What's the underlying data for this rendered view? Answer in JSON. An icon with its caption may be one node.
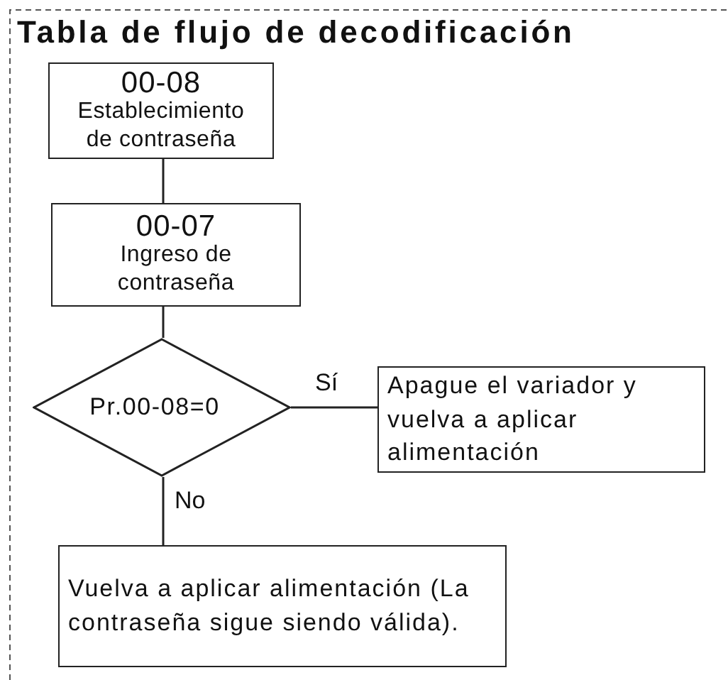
{
  "diagram": {
    "title": "Tabla de flujo de decodificación",
    "nodes": [
      {
        "text": [
          "00-08",
          "Establecimiento de contraseña"
        ]
      },
      {
        "text": [
          "00-07",
          "Ingreso de contraseña"
        ]
      },
      {
        "text": [
          "Pr.00-08=0"
        ]
      },
      {
        "text": [
          "Apague el variador y vuelva a aplicar alimentación"
        ]
      },
      {
        "text": [
          "Vuelva a aplicar alimentación (La contraseña sigue siendo válida)."
        ]
      }
    ],
    "edges": [
      {
        "from": 0,
        "to": 1,
        "arrow": "none"
      },
      {
        "from": 1,
        "to": 2,
        "arrow": "none"
      },
      {
        "from": 2,
        "to": 3,
        "arrow": "none",
        "label": "Sí"
      },
      {
        "from": 2,
        "to": 4,
        "arrow": "none",
        "label": "No"
      }
    ]
  }
}
